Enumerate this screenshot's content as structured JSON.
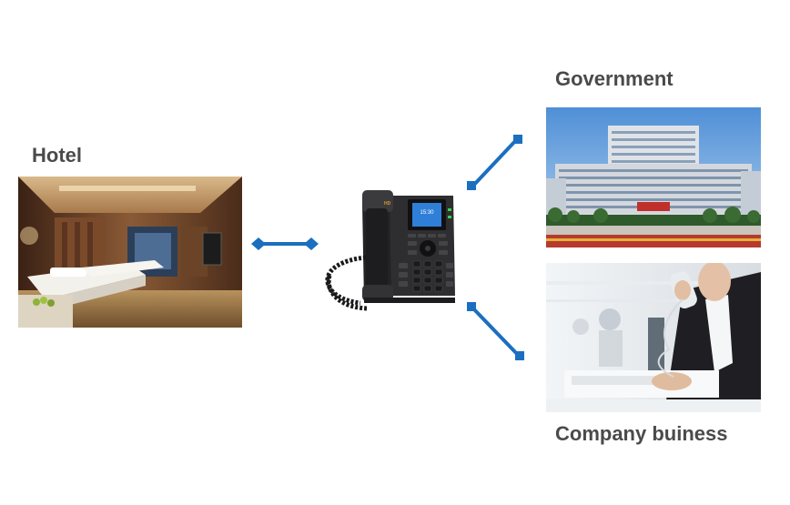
{
  "labels": {
    "hotel": "Hotel",
    "government": "Government",
    "company": "Company buiness"
  },
  "phone": {
    "badge": "HD",
    "screen_time": "15:30"
  },
  "icons": [
    "hotel-room-photo",
    "government-building-photo",
    "office-phone-call-photo",
    "ip-desk-phone-icon",
    "double-arrow-connector",
    "connector-line"
  ],
  "colors": {
    "connector": "#1b6fbf",
    "label": "#4a4a4a",
    "phone_body": "#2e2e30",
    "phone_screen": "#2f7fd8"
  }
}
